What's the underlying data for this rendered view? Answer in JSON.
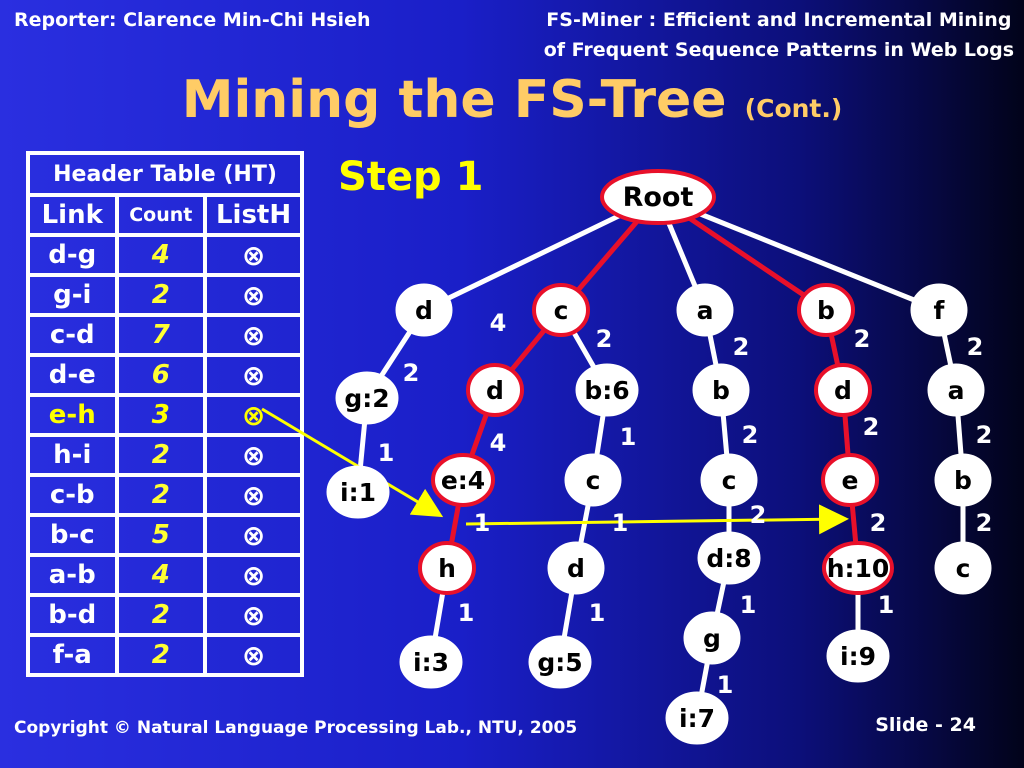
{
  "header": {
    "reporter": "Reporter: Clarence Min-Chi Hsieh",
    "ref_line1": "FS-Miner : Efficient and Incremental Mining",
    "ref_line2": "of Frequent Sequence Patterns in Web Logs"
  },
  "title": {
    "main": "Mining the FS-Tree",
    "cont": "(Cont.)"
  },
  "step": "Step 1",
  "header_table": {
    "caption": "Header Table (HT)",
    "columns": [
      "Link",
      "Count",
      "ListH"
    ],
    "rows": [
      {
        "link": "d-g",
        "count": "4",
        "listh": "⊗"
      },
      {
        "link": "g-i",
        "count": "2",
        "listh": "⊗"
      },
      {
        "link": "c-d",
        "count": "7",
        "listh": "⊗"
      },
      {
        "link": "d-e",
        "count": "6",
        "listh": "⊗"
      },
      {
        "link": "e-h",
        "count": "3",
        "listh": "⊗"
      },
      {
        "link": "h-i",
        "count": "2",
        "listh": "⊗"
      },
      {
        "link": "c-b",
        "count": "2",
        "listh": "⊗"
      },
      {
        "link": "b-c",
        "count": "5",
        "listh": "⊗"
      },
      {
        "link": "a-b",
        "count": "4",
        "listh": "⊗"
      },
      {
        "link": "b-d",
        "count": "2",
        "listh": "⊗"
      },
      {
        "link": "f-a",
        "count": "2",
        "listh": "⊗"
      }
    ],
    "highlighted_row": 4
  },
  "tree": {
    "root": "Root",
    "nodes": {
      "d1": "d",
      "c1": "c",
      "a1": "a",
      "b1": "b",
      "f1": "f",
      "g2": "g:2",
      "d2": "d",
      "b6": "b:6",
      "b2": "b",
      "d3": "d",
      "a2": "a",
      "i1": "i:1",
      "e4": "e:4",
      "c2": "c",
      "c3": "c",
      "e2": "e",
      "b3": "b",
      "h1": "h",
      "d4": "d",
      "d8": "d:8",
      "h10": "h:10",
      "c4": "c",
      "i3": "i:3",
      "g5": "g:5",
      "g1": "g",
      "i9": "i:9",
      "i7": "i:7"
    },
    "edge_counts": {
      "d1": "4",
      "c1": "2",
      "a1": "2",
      "b1": "2",
      "f1": "2",
      "g2": "2",
      "i1": "1",
      "d2": "4",
      "e4": "1",
      "b6": "1",
      "c2": "1",
      "b2": "2",
      "c3": "2",
      "d8": "1",
      "g1": "1",
      "d3": "2",
      "e2": "2",
      "h10": "1",
      "a2": "2",
      "b3": "2",
      "h1": "1",
      "d4": "1"
    },
    "colors": {
      "path": "#e8102a",
      "link": "#ffff00",
      "edge": "#ffffff",
      "node_fill": "#ffffff"
    }
  },
  "footer": {
    "copyright": "Copyright © Natural Language Processing Lab., NTU,  2005",
    "slide": "Slide - 24"
  }
}
